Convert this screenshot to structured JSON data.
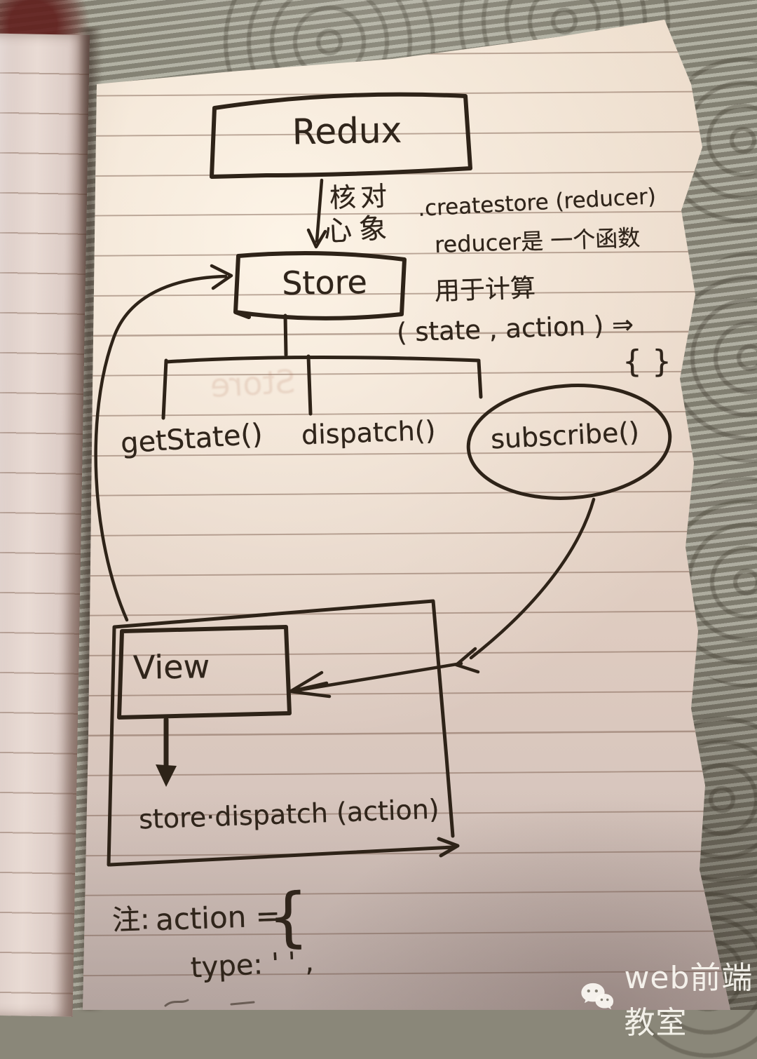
{
  "diagram": {
    "redux_label": "Redux",
    "store_label": "Store",
    "view_label": "View",
    "arrow_note_line1": "核对",
    "arrow_note_line2": "心象",
    "notes": {
      "create_store": ".createstore (reducer)",
      "reducer_is": "reducer是 一个函数",
      "used_for": "用于计算",
      "signature": "( state , action ) ⇒",
      "returns": "{ }"
    },
    "methods": {
      "get_state": "getState()",
      "dispatch": "dispatch()",
      "subscribe": "subscribe()"
    },
    "dispatch_call": "store·dispatch (action)",
    "footnote": {
      "prefix": "注:",
      "action_equals": "action =",
      "brace": "{",
      "type_line": "type: ' ' ,"
    },
    "ghost_bleed": "Store"
  },
  "watermark": {
    "label": "web前端教室"
  }
}
